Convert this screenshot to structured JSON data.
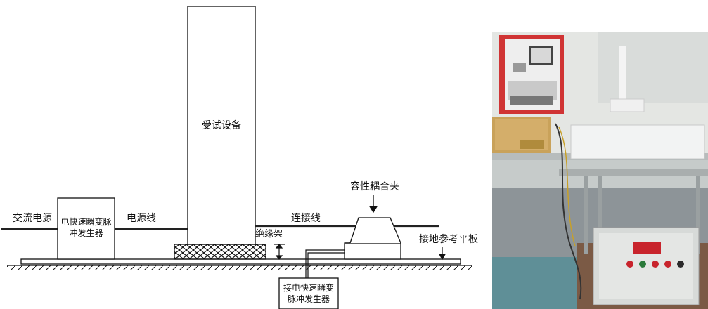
{
  "diagram": {
    "labels": {
      "ac_power": "交流电源",
      "eft_generator_line1": "电快速瞬变脉",
      "eft_generator_line2": "冲发生器",
      "power_line": "电源线",
      "eut": "受试设备",
      "connection_line": "连接线",
      "insulation_support": "绝缘架",
      "coupling_clamp": "容性耦合夹",
      "ground_plane": "接地参考平板",
      "clamp_generator_line1": "接电快速瞬变",
      "clamp_generator_line2": "脉冲发生器"
    }
  },
  "photo": {
    "panel_indicator": "red display panel"
  }
}
